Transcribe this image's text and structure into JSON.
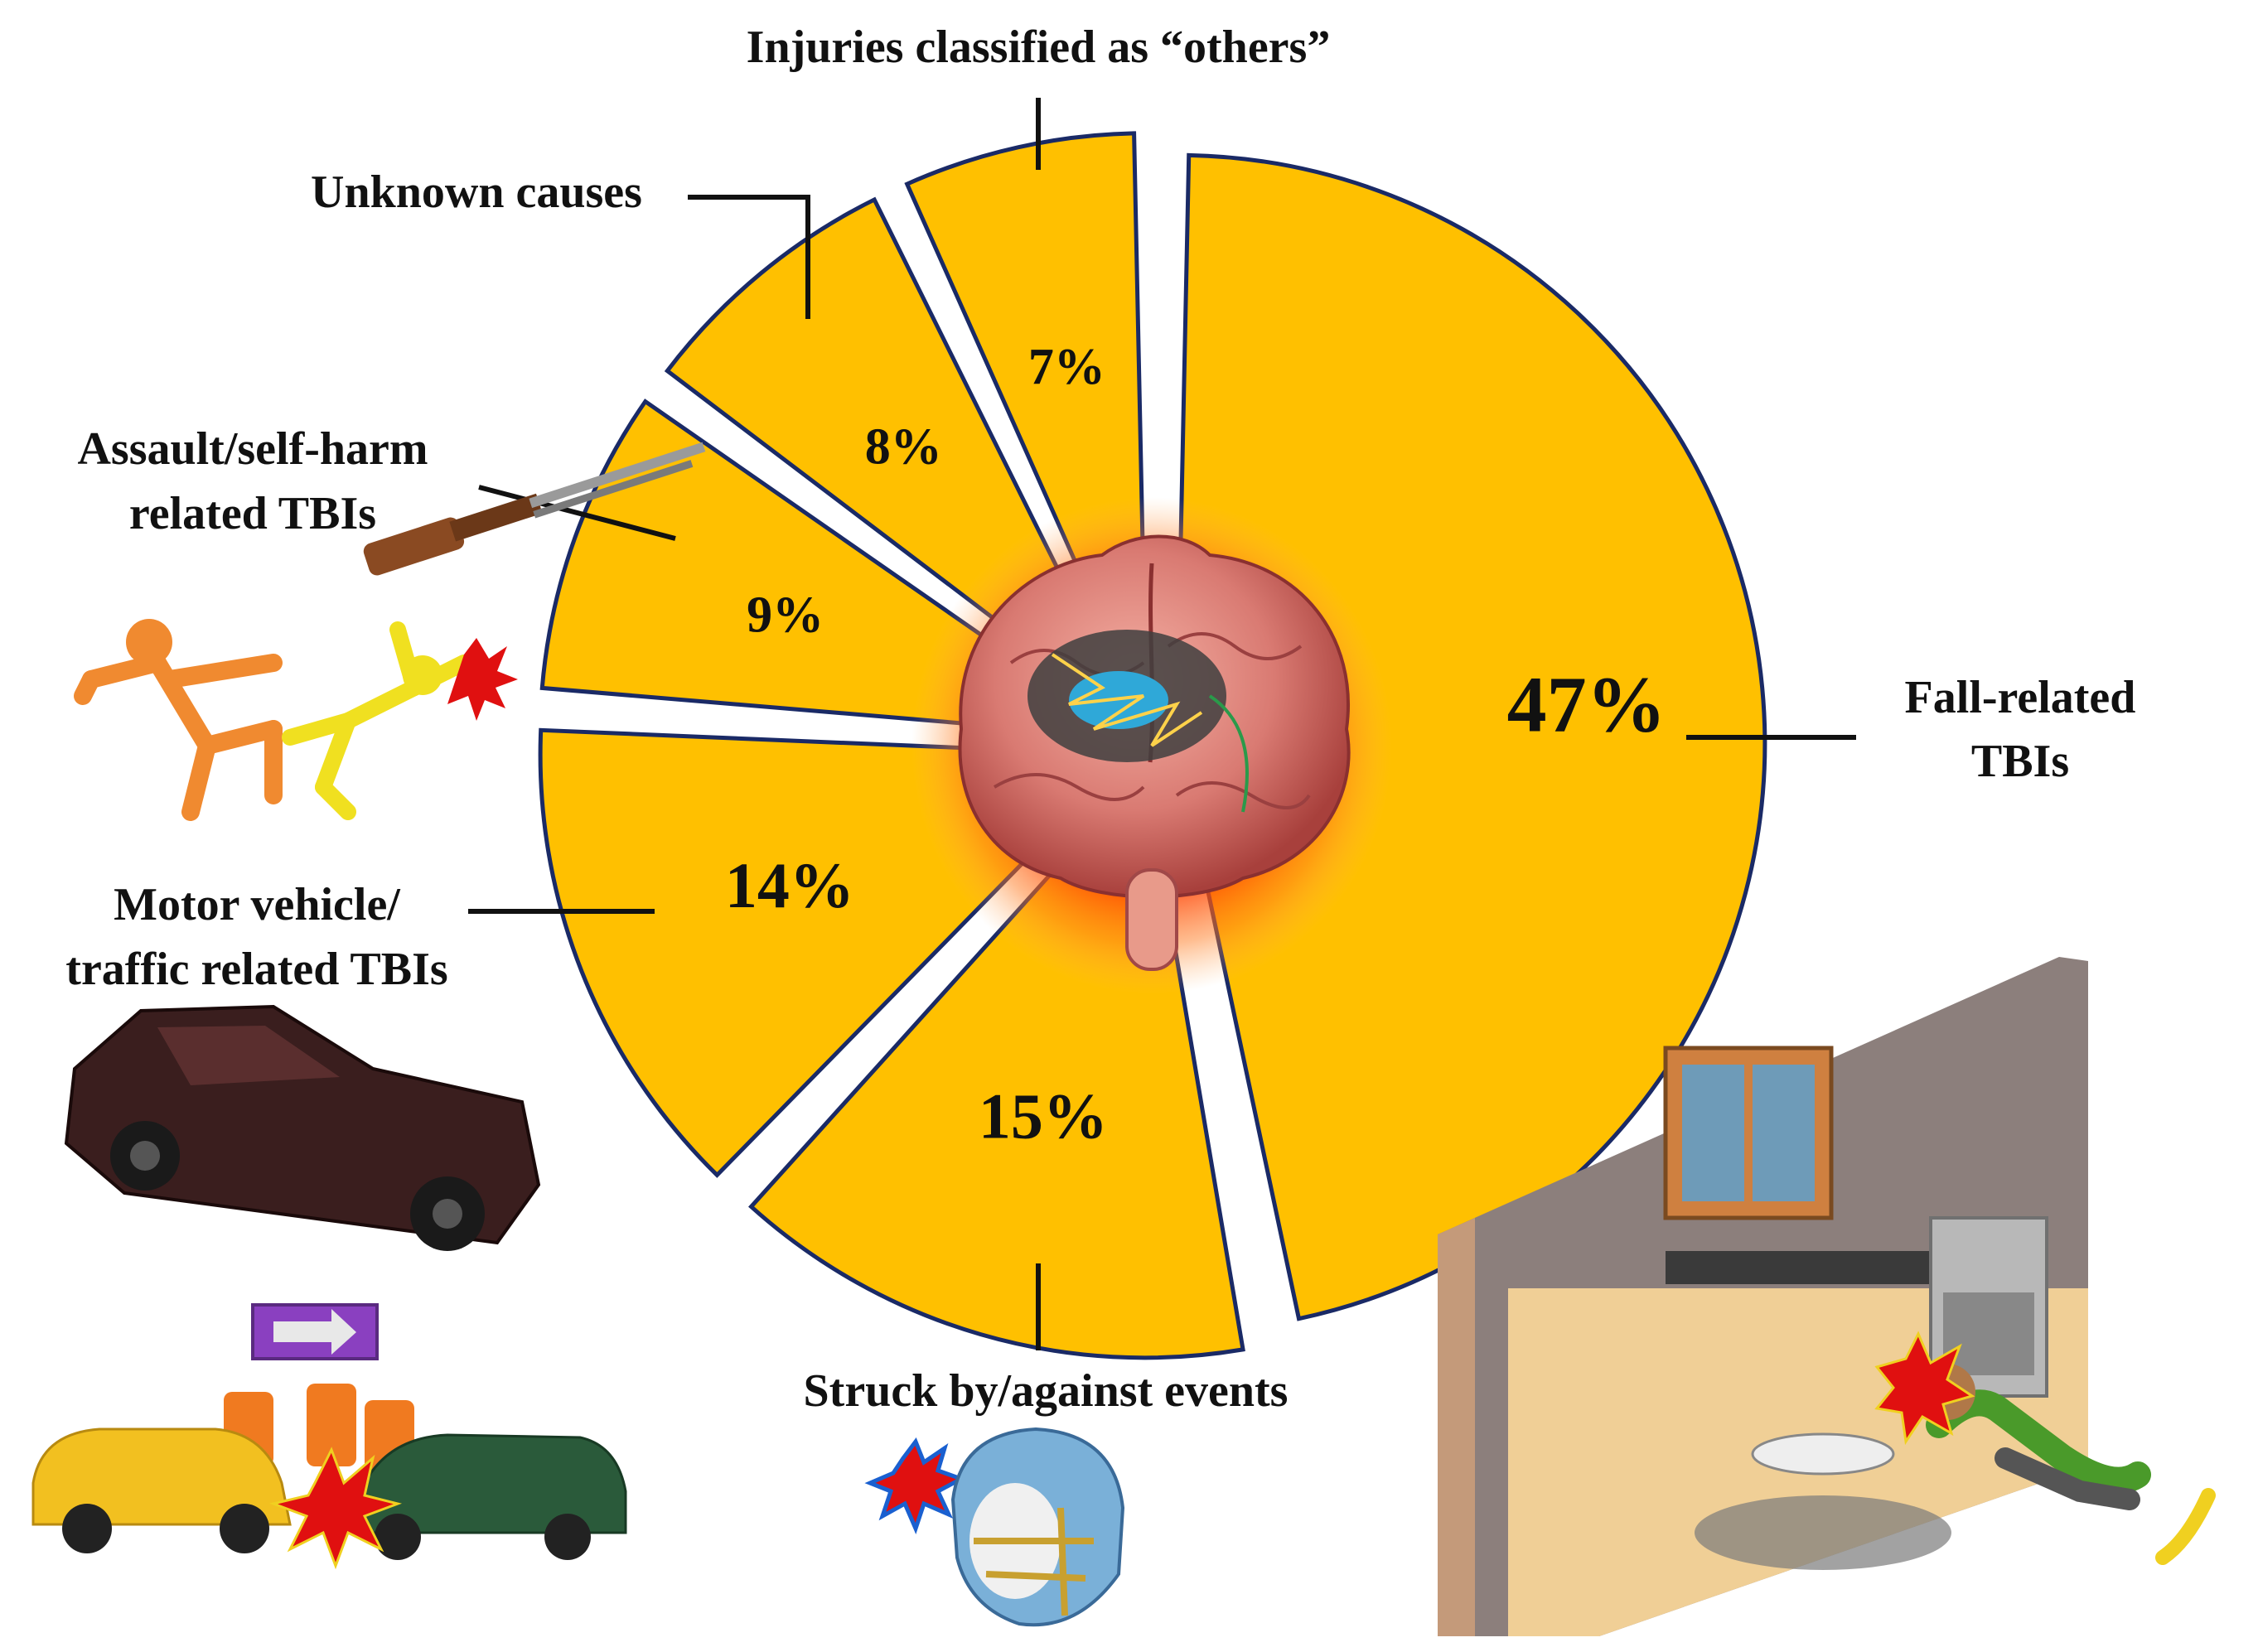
{
  "chart_data": {
    "type": "pie",
    "colors": {
      "slice_fill": "#FFC000",
      "slice_stroke": "#1a2a66",
      "brain": "#d98080",
      "glow": "#ff3300"
    },
    "slices": [
      {
        "label": "Fall-related TBIs",
        "value": 47,
        "value_label": "47%"
      },
      {
        "label": "Struck by/against events",
        "value": 15,
        "value_label": "15%"
      },
      {
        "label": "Motor vehicle/ traffic related TBIs",
        "value": 14,
        "value_label": "14%"
      },
      {
        "label": "Assault/self-harm related TBIs",
        "value": 9,
        "value_label": "9%"
      },
      {
        "label": "Unknown causes",
        "value": 8,
        "value_label": "8%"
      },
      {
        "label": "Injuries classified as “others”",
        "value": 7,
        "value_label": "7%"
      }
    ]
  },
  "labels": {
    "others": "Injuries classified as “others”",
    "unknown": "Unknown causes",
    "assault_line1": "Assault/self-harm",
    "assault_line2": "related TBIs",
    "motor_line1": "Motor vehicle/",
    "motor_line2": "traffic related TBIs",
    "struck": "Struck by/against events",
    "fall_line1": "Fall-related",
    "fall_line2": "TBIs"
  },
  "illustrations": [
    {
      "icon": "brain-icon"
    },
    {
      "icon": "rifle-icon"
    },
    {
      "icon": "assault-figures-icon"
    },
    {
      "icon": "wrecked-car-icon"
    },
    {
      "icon": "car-collision-icon"
    },
    {
      "icon": "football-helmet-icon"
    },
    {
      "icon": "kitchen-fall-scene-icon"
    }
  ]
}
